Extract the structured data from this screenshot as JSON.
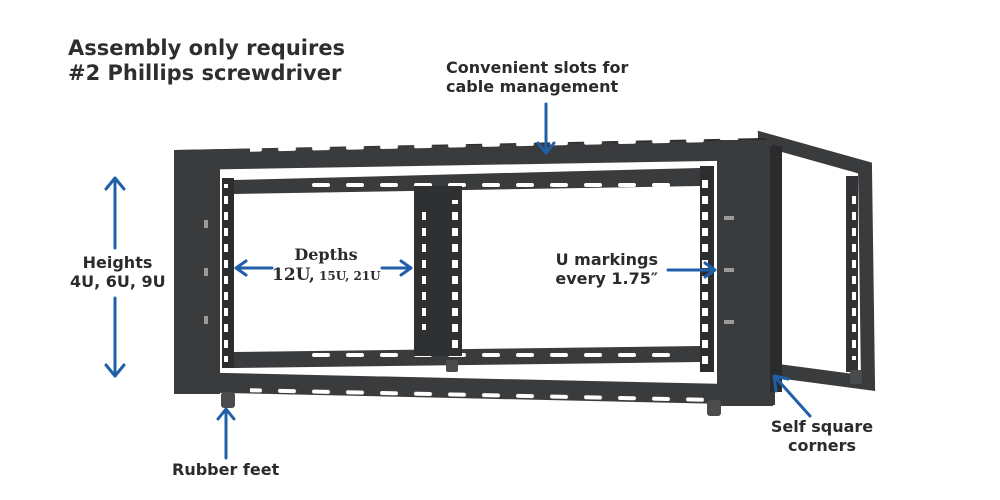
{
  "headline": {
    "line1": "Assembly only requires",
    "line2": "#2 Phillips screwdriver"
  },
  "callouts": {
    "slots": {
      "line1": "Convenient slots for",
      "line2": "cable management"
    },
    "heights": {
      "line1": "Heights",
      "line2": "4U, 6U, 9U"
    },
    "depths": {
      "title": "Depths",
      "size_main": "12U,",
      "size_2": " 15U,",
      "size_3": " 21U"
    },
    "u_markings": {
      "line1": "U markings",
      "line2": "every 1.75″"
    },
    "rubber_feet": "Rubber feet",
    "self_square": {
      "line1": "Self square",
      "line2": "corners"
    }
  },
  "colors": {
    "arrow": "#1f5fa8",
    "steel": "#3a3b3d",
    "steel_dark": "#232425",
    "text": "#2b2b2b"
  }
}
